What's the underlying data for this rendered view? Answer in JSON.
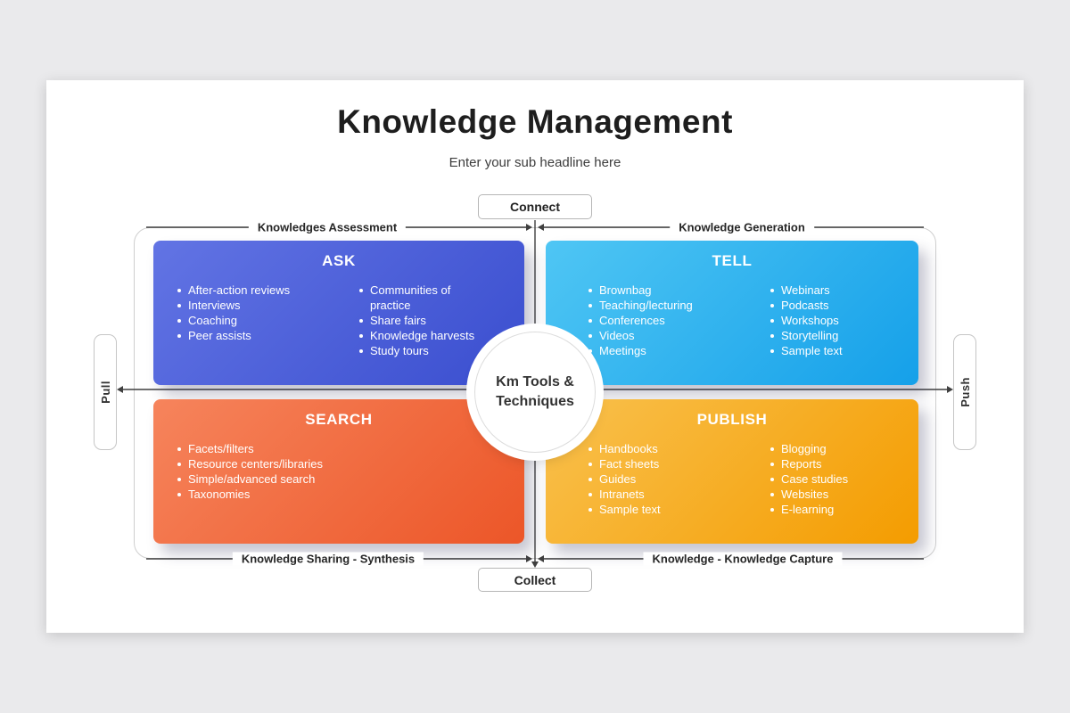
{
  "slide": {
    "title": "Knowledge Management",
    "subtitle": "Enter your sub headline here"
  },
  "flow": {
    "top_node": "Connect",
    "bottom_node": "Collect",
    "left_node": "Pull",
    "right_node": "Push",
    "center": {
      "line1": "Km Tools &",
      "line2": "Techniques"
    }
  },
  "axes": {
    "top_left": "Knowledges Assessment",
    "top_right": "Knowledge Generation",
    "bottom_left": "Knowledge Sharing - Synthesis",
    "bottom_right": "Knowledge - Knowledge Capture"
  },
  "colors": {
    "line": "#3f3f3f",
    "frame_border": "#cfcfcf"
  },
  "quadrants": [
    {
      "id": "ask",
      "title": "ASK",
      "gradient_from": "#6274e4",
      "gradient_to": "#3a4ecf",
      "columns": [
        [
          "After-action reviews",
          "Interviews",
          "Coaching",
          "Peer assists"
        ],
        [
          "Communities of practice",
          "Share fairs",
          "Knowledge harvests",
          "Study tours"
        ]
      ]
    },
    {
      "id": "tell",
      "title": "TELL",
      "gradient_from": "#4fc6f4",
      "gradient_to": "#15a0e9",
      "columns": [
        [
          "Brownbag",
          "Teaching/lecturing",
          "Conferences",
          "Videos",
          "Meetings"
        ],
        [
          "Webinars",
          "Podcasts",
          "Workshops",
          "Storytelling",
          "Sample text"
        ]
      ]
    },
    {
      "id": "search",
      "title": "SEARCH",
      "gradient_from": "#f6845c",
      "gradient_to": "#ec5628",
      "columns": [
        [
          "Facets/filters",
          "Resource centers/libraries",
          "Simple/advanced search",
          "Taxonomies"
        ]
      ]
    },
    {
      "id": "publish",
      "title": "PUBLISH",
      "gradient_from": "#f9c14e",
      "gradient_to": "#f49c00",
      "columns": [
        [
          "Handbooks",
          "Fact sheets",
          "Guides",
          "Intranets",
          "Sample text"
        ],
        [
          "Blogging",
          "Reports",
          "Case studies",
          "Websites",
          "E-learning"
        ]
      ]
    }
  ]
}
